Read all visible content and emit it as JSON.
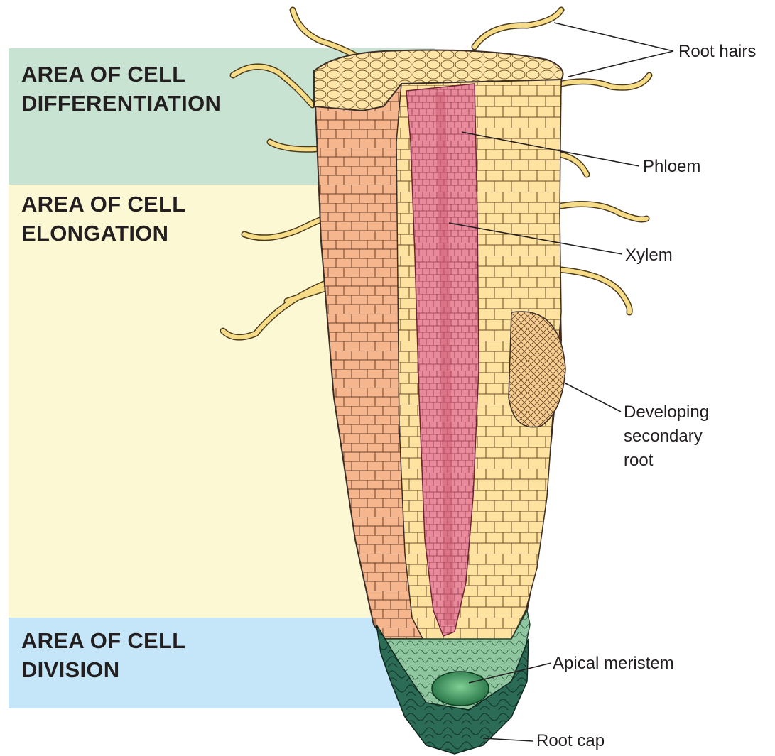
{
  "zones": [
    {
      "line1": "AREA OF CELL",
      "line2": "DIFFERENTIATION",
      "color": "#c9e3d3"
    },
    {
      "line1": "AREA OF CELL",
      "line2": "ELONGATION",
      "color": "#fdf8d4"
    },
    {
      "line1": "AREA OF CELL",
      "line2": "DIVISION",
      "color": "#c5e6f8"
    }
  ],
  "labels": {
    "root_hairs": "Root hairs",
    "phloem": "Phloem",
    "xylem": "Xylem",
    "secondary_root": [
      "Developing",
      "secondary",
      "root"
    ],
    "apical_meristem": "Apical meristem",
    "root_cap": "Root cap"
  },
  "colors": {
    "epidermis": "#f5b58d",
    "cortex": "#fde2a0",
    "vascular": "#e27e91",
    "root_hair": "#f6dc86",
    "meristem": "#2f8a5c",
    "root_cap": "#2c6b55",
    "outline": "#3b2d27"
  }
}
